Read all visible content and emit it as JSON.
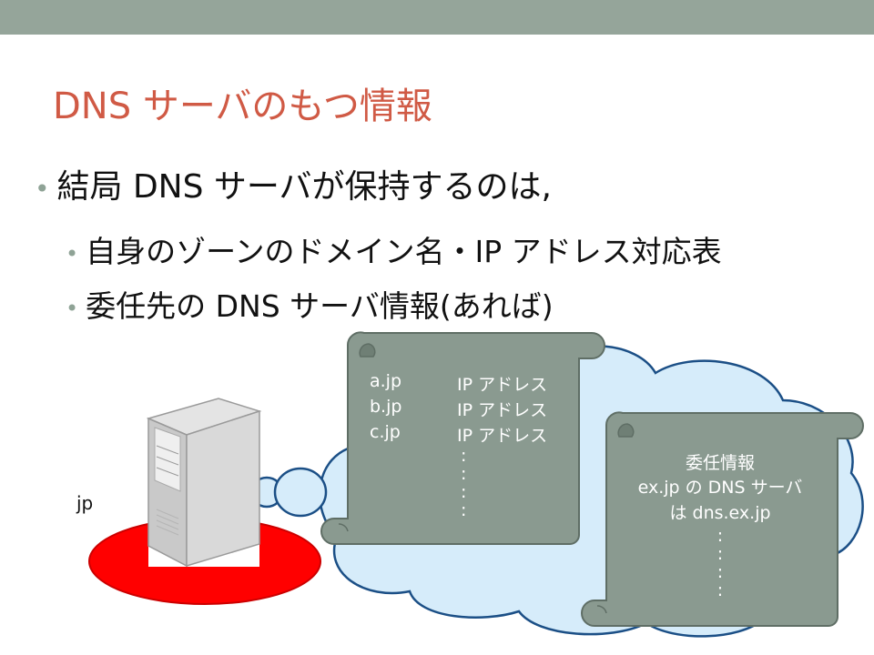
{
  "slide": {
    "title": "DNS サーバのもつ情報",
    "bullets": {
      "main": "結局 DNS サーバが保持するのは,",
      "sub1": "自身のゾーンのドメイン名・IP アドレス対応表",
      "sub2": "委任先の DNS サーバ情報(あれば)"
    }
  },
  "diagram": {
    "zone_label": "jp",
    "zone_table": [
      {
        "domain": "a.jp",
        "value": "IP アドレス"
      },
      {
        "domain": "b.jp",
        "value": "IP アドレス"
      },
      {
        "domain": "c.jp",
        "value": "IP アドレス"
      }
    ],
    "ellipsis": [
      ":",
      ":",
      ":",
      ":"
    ],
    "delegation": {
      "heading": "委任情報",
      "line1": "ex.jp の DNS サーバ",
      "line2": "は dns.ex.jp",
      "ellipsis": [
        ":",
        ":",
        ":",
        ":"
      ]
    }
  },
  "colors": {
    "topbar": "#95a59a",
    "title": "#d05a45",
    "scroll_fill": "#8a9a90",
    "cloud_fill": "#d6ecfa",
    "cloud_stroke": "#1b4f86",
    "zone_ellipse": "#ff0000"
  }
}
